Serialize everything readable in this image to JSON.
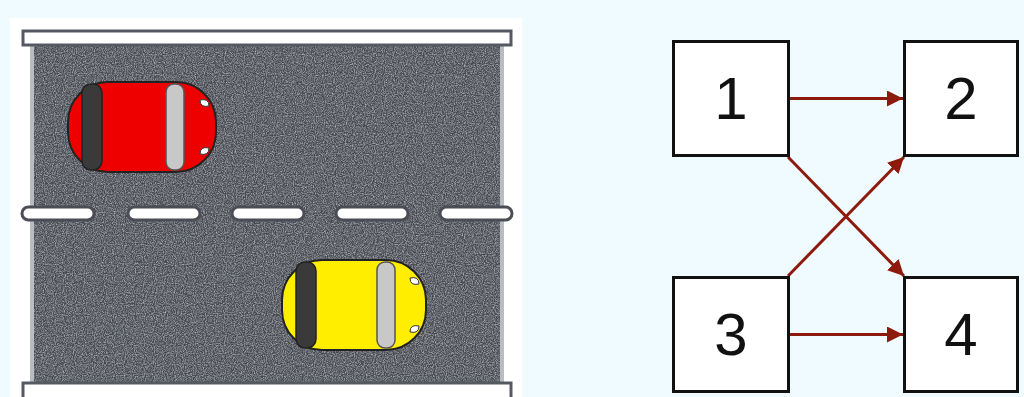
{
  "diagram": {
    "nodes": [
      {
        "text": [
          "1"
        ]
      },
      {
        "text": [
          "2"
        ]
      },
      {
        "text": [
          "3"
        ]
      },
      {
        "text": [
          "4"
        ]
      }
    ],
    "edges": [
      {
        "from": 0,
        "to": 1,
        "arrow": "to"
      },
      {
        "from": 0,
        "to": 3,
        "arrow": "to"
      },
      {
        "from": 2,
        "to": 1,
        "arrow": "to"
      },
      {
        "from": 2,
        "to": 3,
        "arrow": "to"
      }
    ]
  }
}
